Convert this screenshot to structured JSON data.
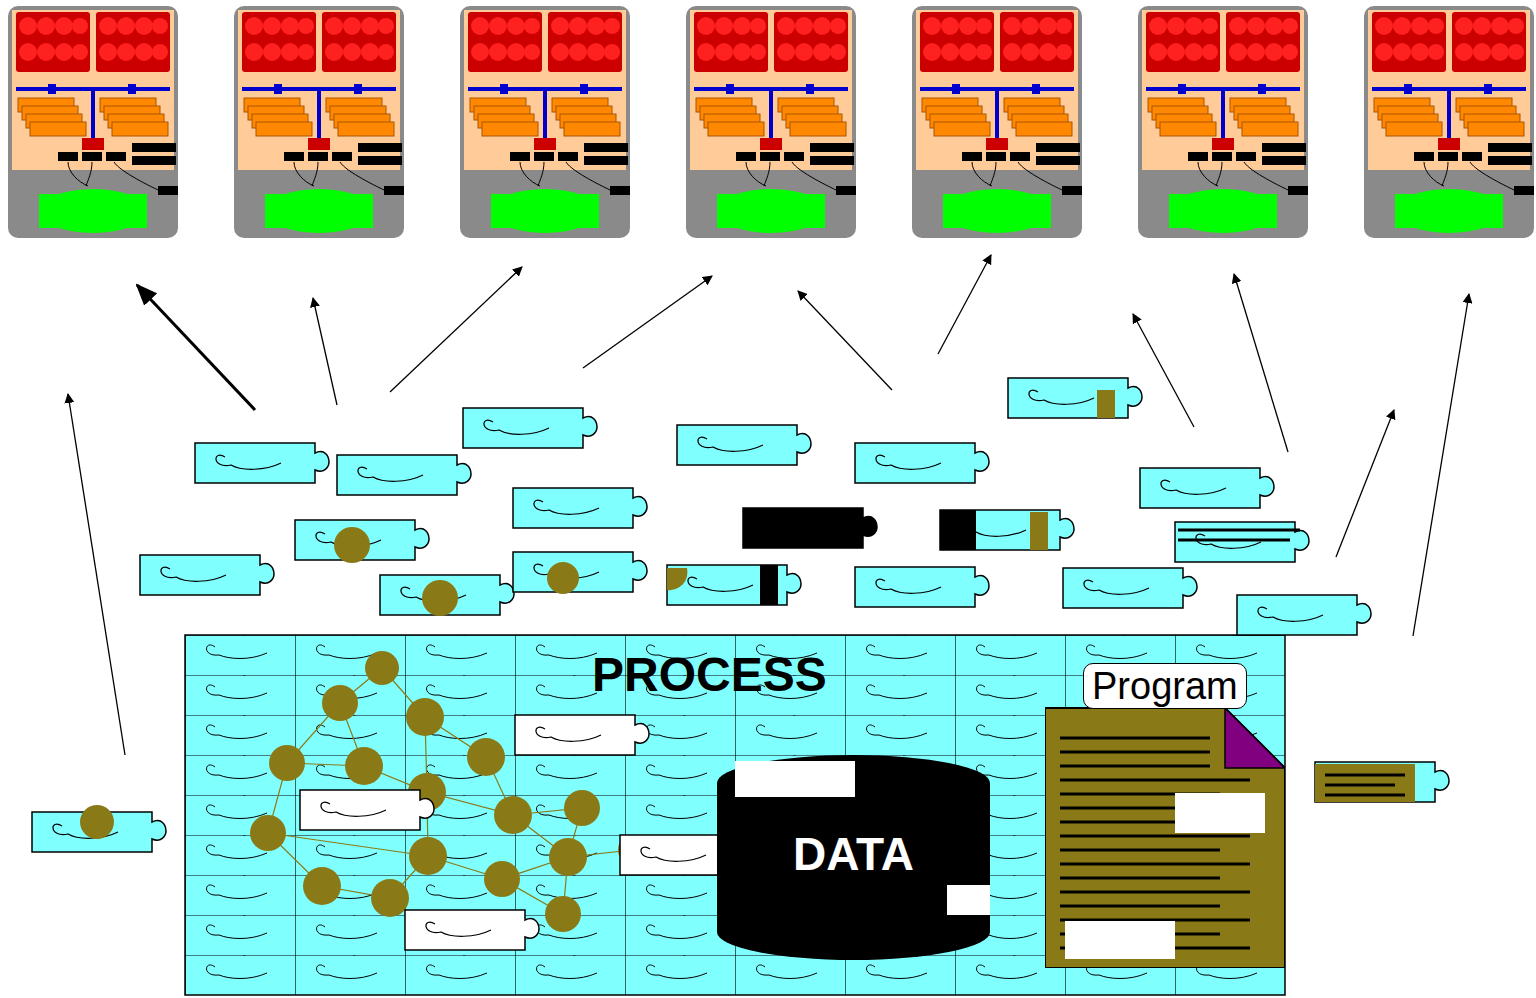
{
  "diagram": {
    "nodes": [
      {
        "text": [
          "PROCESS"
        ]
      },
      {
        "text": [
          "DATA"
        ],
        "in": 0
      },
      {
        "text": [
          "Program"
        ],
        "in": 0
      }
    ]
  }
}
